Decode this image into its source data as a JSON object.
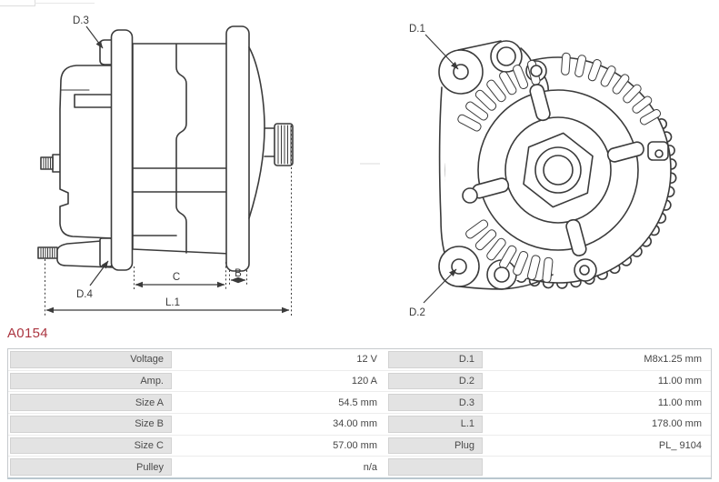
{
  "part_number": "A0154",
  "colors": {
    "accent": "#ab3540",
    "line": "#3b3b3b",
    "table_label_bg": "#e3e3e3"
  },
  "diagram": {
    "side_view_labels": {
      "d3": "D.3",
      "d4": "D.4",
      "c": "C",
      "b": "B",
      "l1": "L.1"
    },
    "front_view_labels": {
      "d1": "D.1",
      "d2": "D.2"
    }
  },
  "spec_table": {
    "rows": [
      {
        "label_left": "Voltage",
        "value_left": "12 V",
        "label_right": "D.1",
        "value_right": "M8x1.25 mm"
      },
      {
        "label_left": "Amp.",
        "value_left": "120 A",
        "label_right": "D.2",
        "value_right": "11.00 mm"
      },
      {
        "label_left": "Size A",
        "value_left": "54.5 mm",
        "label_right": "D.3",
        "value_right": "11.00 mm"
      },
      {
        "label_left": "Size B",
        "value_left": "34.00 mm",
        "label_right": "L.1",
        "value_right": "178.00 mm"
      },
      {
        "label_left": "Size C",
        "value_left": "57.00 mm",
        "label_right": "Plug",
        "value_right": "PL_ 9104"
      },
      {
        "label_left": "Pulley",
        "value_left": "n/a",
        "label_right": "",
        "value_right": ""
      }
    ]
  }
}
